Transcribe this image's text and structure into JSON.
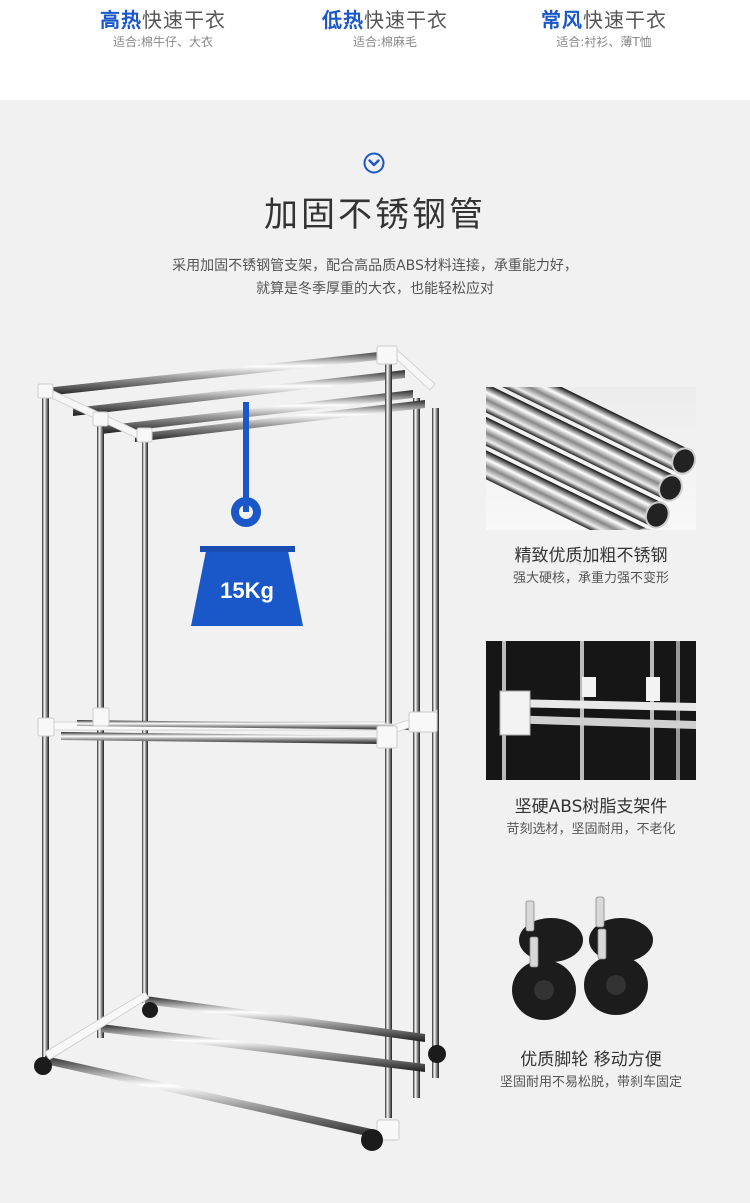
{
  "modes": [
    {
      "highlight": "高热",
      "rest": "快速干衣",
      "sub": "适合:棉牛仔、大衣"
    },
    {
      "highlight": "低热",
      "rest": "快速干衣",
      "sub": "适合:棉麻毛"
    },
    {
      "highlight": "常风",
      "rest": "快速干衣",
      "sub": "适合:衬衫、薄T恤"
    }
  ],
  "section": {
    "icon": "chevron-down-circle-icon",
    "title": "加固不锈钢管",
    "desc_line1": "采用加固不锈钢管支架，配合高品质ABS材料连接，承重能力好，",
    "desc_line2": "就算是冬季厚重的大衣，也能轻松应对"
  },
  "weight": {
    "label": "15Kg",
    "icon": "weight-icon",
    "color": "#1a57c8"
  },
  "features": [
    {
      "title": "精致优质加粗不锈钢",
      "sub": "强大硬核，承重力强不变形",
      "icon": "steel-tubes-image"
    },
    {
      "title": "坚硬ABS树脂支架件",
      "sub": "苛刻选材，坚固耐用，不老化",
      "icon": "bracket-image"
    },
    {
      "title": "优质脚轮  移动方便",
      "sub": "坚固耐用不易松脱，带刹车固定",
      "icon": "caster-wheels-image"
    }
  ],
  "colors": {
    "accent": "#1a57c8",
    "heading": "#333333",
    "background": "#f1f1f1"
  }
}
